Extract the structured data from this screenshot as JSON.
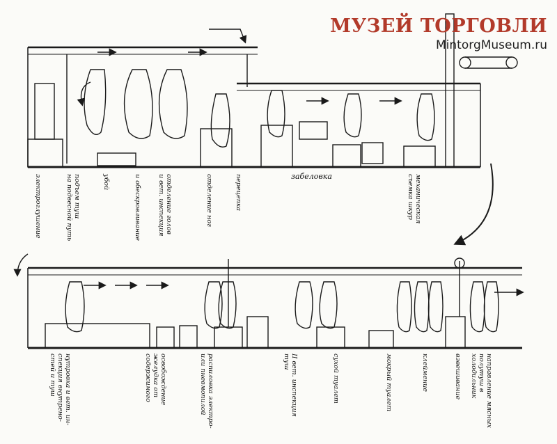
{
  "watermark": {
    "title": "МУЗЕЙ ТОРГОВЛИ",
    "site": "MintorgMuseum.ru"
  },
  "top_line": {
    "center_label": "забеловка",
    "stations": [
      [
        "электроглушение"
      ],
      [
        "подъем туш",
        "на подвесной путь"
      ],
      [
        "убой"
      ],
      [
        "и обескровливание"
      ],
      [
        "отделение голов",
        "и вет. инспекция"
      ],
      [
        "отделение ног"
      ],
      [
        "перецепка"
      ],
      [
        "механическая",
        "съемка шкур"
      ]
    ]
  },
  "bottom_line": {
    "stations": [
      [
        "нутровка и вет. ин-",
        "спекция внутрено-",
        "стей и туш"
      ],
      [
        "освобождение",
        "желудка от",
        "содержимого"
      ],
      [
        "распиловка электро-",
        "или пневмопилой"
      ],
      [
        "II вет. инспекция",
        "туш"
      ],
      [
        "сухой туалет"
      ],
      [
        "мокрый туалет"
      ],
      [
        "клеймение"
      ],
      [
        "взвешивание"
      ],
      [
        "направление мясных",
        "полутуш в",
        "холодильник"
      ]
    ]
  },
  "colors": {
    "ink": "#1a1a1a",
    "paper": "#fbfbf8",
    "watermark_red": "#b23a2a"
  }
}
